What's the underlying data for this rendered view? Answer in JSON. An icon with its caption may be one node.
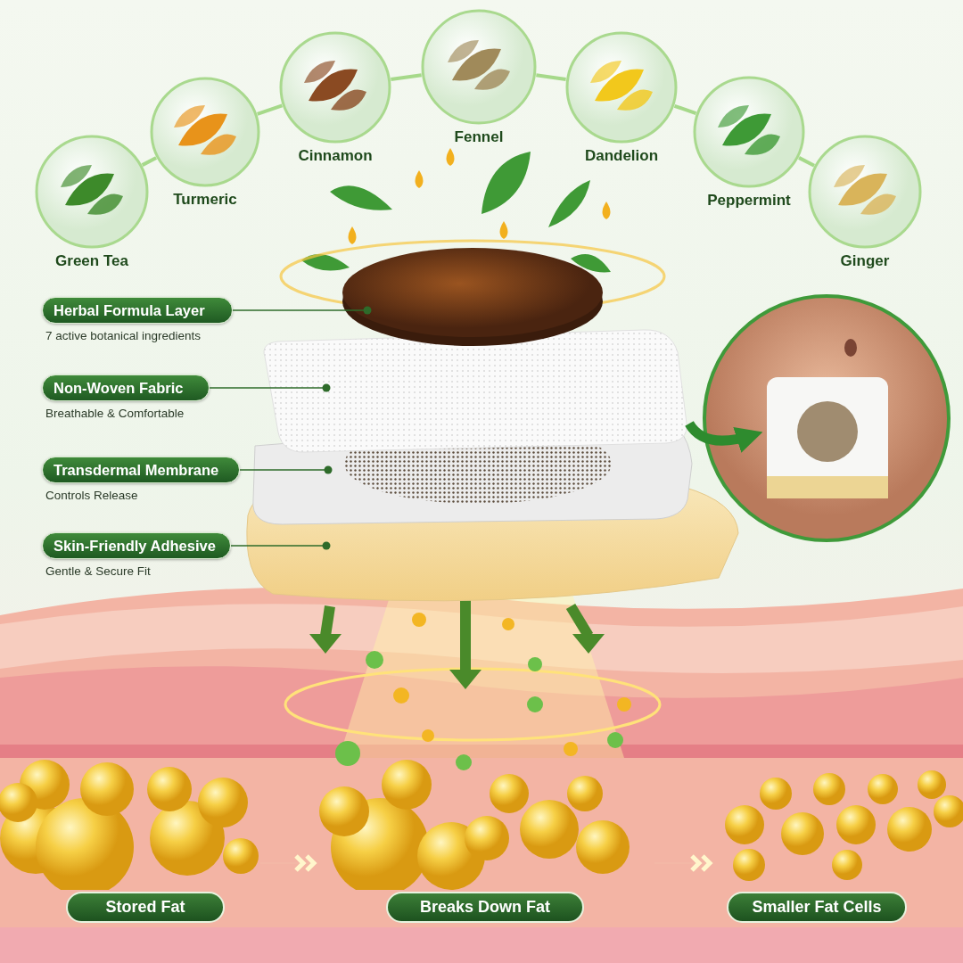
{
  "diagram": {
    "nodes": [
      {
        "text": [
          "Green Tea"
        ]
      },
      {
        "text": [
          "Turmeric"
        ]
      },
      {
        "text": [
          "Cinnamon"
        ]
      },
      {
        "text": [
          "Fennel"
        ]
      },
      {
        "text": [
          "Dandelion"
        ]
      },
      {
        "text": [
          "Peppermint"
        ]
      },
      {
        "text": [
          "Ginger"
        ]
      },
      {
        "text": [
          "Herbal Formula Layer",
          "7 active botanical ingredients"
        ]
      },
      {
        "text": [],
        "shape": "circle"
      },
      {
        "text": [
          "Non-Woven Fabric",
          "Breathable & Comfortable"
        ]
      },
      {
        "text": [],
        "shape": "box"
      },
      {
        "text": [
          "Transdermal Membrane",
          "Controls Release"
        ]
      },
      {
        "text": [],
        "shape": "box"
      },
      {
        "text": [
          "Skin-Friendly Adhesive",
          "Gentle & Secure Fit"
        ]
      },
      {
        "text": [],
        "shape": "box"
      },
      {
        "text": [],
        "shape": "picture"
      },
      {
        "text": [
          "Stored Fat"
        ]
      },
      {
        "text": [
          "Breaks Down Fat"
        ]
      },
      {
        "text": [
          "Smaller Fat Cells"
        ]
      }
    ],
    "edges": [
      {
        "from": 0,
        "to": 1,
        "arrow": "none"
      },
      {
        "from": 1,
        "to": 2,
        "arrow": "none"
      },
      {
        "from": 2,
        "to": 3,
        "arrow": "none"
      },
      {
        "from": 3,
        "to": 4,
        "arrow": "none"
      },
      {
        "from": 4,
        "to": 5,
        "arrow": "none"
      },
      {
        "from": 5,
        "to": 6,
        "arrow": "none"
      },
      {
        "from": 7,
        "to": 8,
        "arrow": "other",
        "color": "#2e6b2a"
      },
      {
        "from": 9,
        "to": 10,
        "arrow": "other",
        "color": "#2e6b2a"
      },
      {
        "from": 11,
        "to": 12,
        "arrow": "other",
        "color": "#2e6b2a"
      },
      {
        "from": 13,
        "to": 14,
        "arrow": "other",
        "color": "#2e6b2a"
      },
      {
        "from": 10,
        "to": 15,
        "arrow": "to",
        "style": "thick",
        "color": "#2e8b2e"
      },
      {
        "from": 16,
        "to": 17,
        "arrow": "to",
        "color": "#fff6cc"
      },
      {
        "from": 17,
        "to": 18,
        "arrow": "to",
        "color": "#fff6cc"
      }
    ]
  }
}
